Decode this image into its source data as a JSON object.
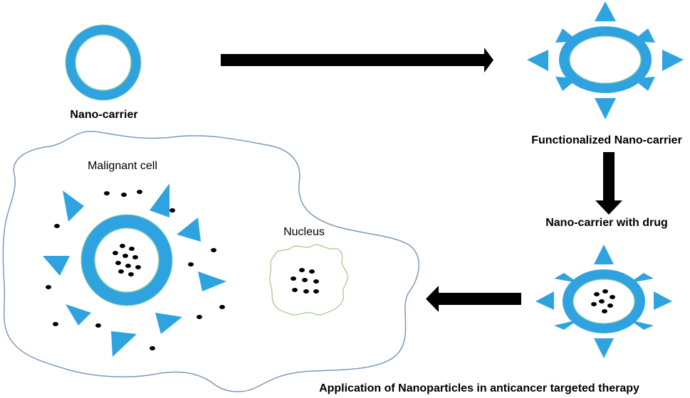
{
  "labels": {
    "nano_carrier": "Nano-carrier",
    "functionalized": "Functionalized Nano-carrier",
    "with_drug": "Nano-carrier with drug",
    "malignant_cell": "Malignant cell",
    "nucleus": "Nucleus",
    "caption": "Application of Nanoparticles in anticancer targeted therapy"
  },
  "colors": {
    "carrier_blue": "#2fa3e0",
    "carrier_edge": "#8fd0a8",
    "cell_outline": "#7a9ab8",
    "nucleus_outline": "#9cc98a",
    "arrow": "#000000",
    "drug": "#000000"
  }
}
